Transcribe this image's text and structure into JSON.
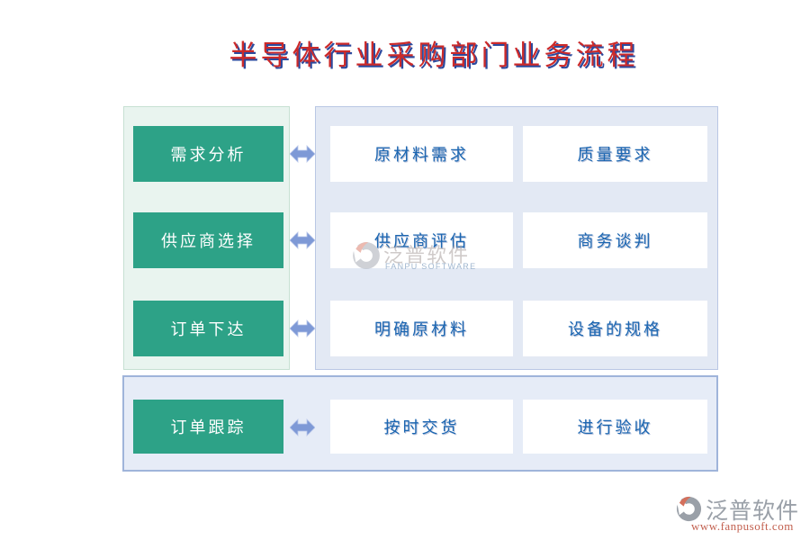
{
  "title": {
    "text": "半导体行业采购部门业务流程"
  },
  "flow": {
    "rows": [
      {
        "stage": "需求分析",
        "items": [
          "原材料需求",
          "质量要求"
        ]
      },
      {
        "stage": "供应商选择",
        "items": [
          "供应商评估",
          "商务谈判"
        ]
      },
      {
        "stage": "订单下达",
        "items": [
          "明确原材料",
          "设备的规格"
        ]
      },
      {
        "stage": "订单跟踪",
        "items": [
          "按时交货",
          "进行验收"
        ]
      }
    ]
  },
  "watermark": {
    "cn": "泛普软件",
    "en": "FANPU SOFTWARE"
  },
  "branding": {
    "name": "泛普软件",
    "url": "www.fanpusoft.com"
  },
  "colors": {
    "title_red": "#cc2a2a",
    "title_shadow_blue": "#2c4a9e",
    "stage_green": "#2da287",
    "stage_panel_bg": "#e9f4ef",
    "stage_panel_border": "#c6e0d2",
    "detail_panel_bg": "#e3e9f4",
    "detail_panel_border": "#b9c7e4",
    "bottom_panel_bg": "#e6ecf7",
    "bottom_panel_border": "#9fb4da",
    "item_text_blue": "#1b66b1",
    "arrow_blue": "#7e99d6",
    "brand_grey": "#9aa0a8",
    "brand_url_red": "#c2604f"
  }
}
